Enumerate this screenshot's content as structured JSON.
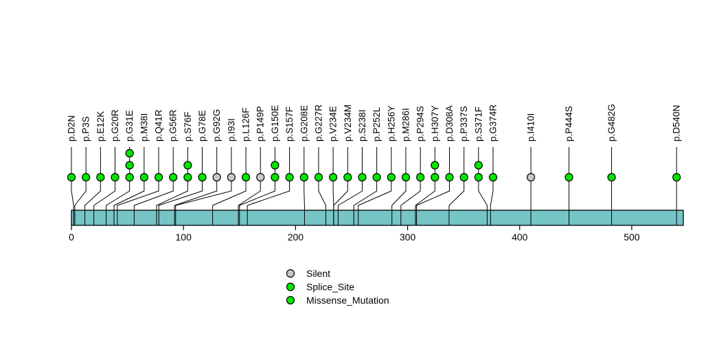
{
  "chart_data": {
    "type": "lollipop",
    "title": "",
    "protein_length": 546,
    "axis_ticks": [
      0,
      100,
      200,
      300,
      400,
      500
    ],
    "colors": {
      "Silent": "#C8C8C8",
      "Splice_Site": "#00E600",
      "Missense_Mutation": "#00E600",
      "bar_fill": "#75C4C6",
      "stroke": "#000000",
      "background": "#FFFFFF"
    },
    "legend": [
      {
        "label": "Silent",
        "type": "Silent"
      },
      {
        "label": "Splice_Site",
        "type": "Splice_Site"
      },
      {
        "label": "Missense_Mutation",
        "type": "Missense_Mutation"
      }
    ],
    "mutations": [
      {
        "label": "p.D2N",
        "position": 2,
        "count": 1,
        "type": "Missense_Mutation"
      },
      {
        "label": "p.P3S",
        "position": 3,
        "count": 1,
        "type": "Missense_Mutation"
      },
      {
        "label": "p.E12K",
        "position": 12,
        "count": 1,
        "type": "Missense_Mutation"
      },
      {
        "label": "p.G20R",
        "position": 20,
        "count": 1,
        "type": "Missense_Mutation"
      },
      {
        "label": "p.G31E",
        "position": 31,
        "count": 3,
        "type": "Missense_Mutation"
      },
      {
        "label": "p.M38I",
        "position": 38,
        "count": 1,
        "type": "Missense_Mutation"
      },
      {
        "label": "p.Q41R",
        "position": 41,
        "count": 1,
        "type": "Missense_Mutation"
      },
      {
        "label": "p.G56R",
        "position": 56,
        "count": 1,
        "type": "Missense_Mutation"
      },
      {
        "label": "p.S76F",
        "position": 76,
        "count": 2,
        "type": "Missense_Mutation"
      },
      {
        "label": "p.G78E",
        "position": 78,
        "count": 1,
        "type": "Missense_Mutation"
      },
      {
        "label": "p.G92G",
        "position": 92,
        "count": 1,
        "type": "Silent"
      },
      {
        "label": "p.I93I",
        "position": 93,
        "count": 1,
        "type": "Silent"
      },
      {
        "label": "p.L126F",
        "position": 126,
        "count": 1,
        "type": "Missense_Mutation"
      },
      {
        "label": "p.P149P",
        "position": 149,
        "count": 1,
        "type": "Silent"
      },
      {
        "label": "p.G150E",
        "position": 150,
        "count": 2,
        "type": "Missense_Mutation"
      },
      {
        "label": "p.S157F",
        "position": 157,
        "count": 1,
        "type": "Missense_Mutation"
      },
      {
        "label": "p.G208E",
        "position": 208,
        "count": 1,
        "type": "Missense_Mutation"
      },
      {
        "label": "p.G227R",
        "position": 227,
        "count": 1,
        "type": "Missense_Mutation"
      },
      {
        "label": "p.V234E",
        "position": 234,
        "count": 1,
        "type": "Missense_Mutation"
      },
      {
        "label": "p.V234M",
        "position": 234,
        "count": 1,
        "type": "Missense_Mutation"
      },
      {
        "label": "p.S238I",
        "position": 238,
        "count": 1,
        "type": "Missense_Mutation"
      },
      {
        "label": "p.P252L",
        "position": 252,
        "count": 1,
        "type": "Missense_Mutation"
      },
      {
        "label": "p.H256Y",
        "position": 256,
        "count": 1,
        "type": "Missense_Mutation"
      },
      {
        "label": "p.M286I",
        "position": 286,
        "count": 1,
        "type": "Missense_Mutation"
      },
      {
        "label": "p.P294S",
        "position": 294,
        "count": 1,
        "type": "Missense_Mutation"
      },
      {
        "label": "p.H307Y",
        "position": 307,
        "count": 2,
        "type": "Missense_Mutation"
      },
      {
        "label": "p.D308A",
        "position": 308,
        "count": 1,
        "type": "Missense_Mutation"
      },
      {
        "label": "p.P337S",
        "position": 337,
        "count": 1,
        "type": "Missense_Mutation"
      },
      {
        "label": "p.S371F",
        "position": 371,
        "count": 2,
        "type": "Missense_Mutation"
      },
      {
        "label": "p.G374R",
        "position": 374,
        "count": 1,
        "type": "Missense_Mutation"
      },
      {
        "label": "p.I410I",
        "position": 410,
        "count": 1,
        "type": "Silent"
      },
      {
        "label": "p.P444S",
        "position": 444,
        "count": 1,
        "type": "Missense_Mutation"
      },
      {
        "label": "p.G482G",
        "position": 482,
        "count": 1,
        "type": "Splice_Site"
      },
      {
        "label": "p.D540N",
        "position": 540,
        "count": 1,
        "type": "Missense_Mutation"
      }
    ]
  }
}
